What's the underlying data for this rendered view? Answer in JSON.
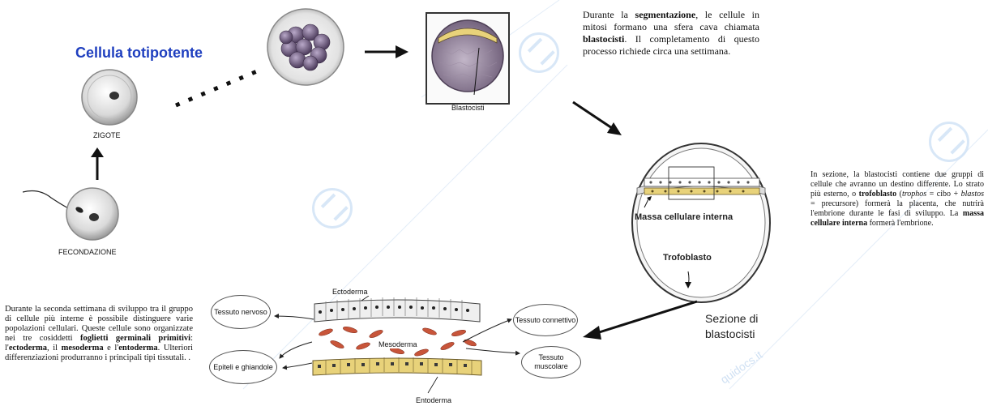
{
  "zygote": {
    "title": "Cellula totipotente",
    "label": "ZIGOTE",
    "fertilization_label": "FECONDAZIONE"
  },
  "blastocyst": {
    "label": "Blastocisti",
    "text_segments": [
      {
        "t": "Durante la ",
        "b": false
      },
      {
        "t": "segmentazione",
        "b": true
      },
      {
        "t": ", le cellule in mitosi formano una sfera cava chiamata ",
        "b": false
      },
      {
        "t": "blastocisti",
        "b": true
      },
      {
        "t": ". Il completamento di questo processo richiede circa una settimana.",
        "b": false
      }
    ]
  },
  "section": {
    "inner_mass_label": "Massa cellulare interna",
    "trophoblast_label": "Trofoblasto",
    "caption_line1": "Sezione di",
    "caption_line2": "blastocisti",
    "text_segments": [
      {
        "t": "In sezione, la blastocisti contiene due gruppi di cellule che avranno un destino differente. Lo strato più esterno, o ",
        "b": false,
        "i": false
      },
      {
        "t": "trofoblasto",
        "b": true,
        "i": false
      },
      {
        "t": " (",
        "b": false,
        "i": false
      },
      {
        "t": "trophos",
        "b": false,
        "i": true
      },
      {
        "t": " = cibo + ",
        "b": false,
        "i": false
      },
      {
        "t": "blastos",
        "b": false,
        "i": true
      },
      {
        "t": " = precursore) formerà la placenta, che nutrirà l'embrione durante le fasi di sviluppo. La ",
        "b": false,
        "i": false
      },
      {
        "t": "massa cellulare interna",
        "b": true,
        "i": false
      },
      {
        "t": " formerà l'embrione.",
        "b": false,
        "i": false
      }
    ]
  },
  "germ_layers": {
    "ectoderm": "Ectoderma",
    "mesoderm": "Mesoderma",
    "endoderm": "Entoderma",
    "tissues": {
      "nervous": "Tessuto nervoso",
      "epithelia": "Epiteli e ghiandole",
      "connective": "Tessuto connettivo",
      "muscular": "Tessuto muscolare"
    },
    "text_segments": [
      {
        "t": "Durante la seconda settimana di sviluppo tra il gruppo di cellule più interne è possibile distinguere varie popolazioni cellulari. Queste cellule sono organizzate nei tre cosiddetti ",
        "b": false
      },
      {
        "t": "foglietti germinali primitivi",
        "b": true
      },
      {
        "t": ": l'",
        "b": false
      },
      {
        "t": "ectoderma",
        "b": true
      },
      {
        "t": ", il ",
        "b": false
      },
      {
        "t": "mesoderma",
        "b": true
      },
      {
        "t": " e l'",
        "b": false
      },
      {
        "t": "entoderma",
        "b": true
      },
      {
        "t": ". Ulteriori differenziazioni produrranno i principali tipi tissutali. .",
        "b": false
      }
    ]
  },
  "watermark": "quidocs.it",
  "colors": {
    "title_blue": "#1f3fbf",
    "cell_yellow": "#e8d27a",
    "mesoderm_red": "#c8553a",
    "blastocyst_purple": "#8a7a90"
  }
}
